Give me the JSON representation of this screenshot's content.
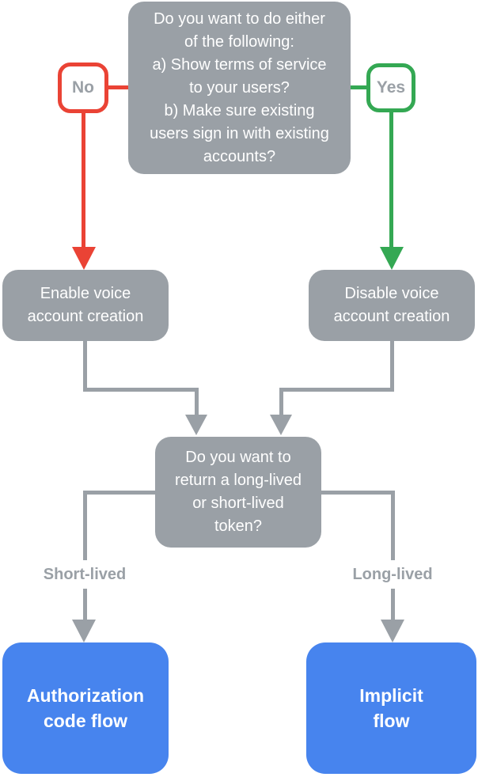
{
  "diagram": {
    "title": "voice-account-creation-oauth-flow-decision-tree",
    "colors": {
      "node_gray": "#9AA0A6",
      "connector_gray": "#9AA0A6",
      "no_red": "#EA4335",
      "yes_green": "#34A853",
      "endpoint_blue": "#4784EE",
      "node_text": "#ffffff",
      "label_text": "#9AA0A6",
      "background": "#ffffff"
    },
    "nodes": {
      "question_top": "Do you want to do either\nof the following:\na) Show terms of service\nto your users?\nb) Make sure existing\nusers sign in with existing\naccounts?",
      "no_label": "No",
      "yes_label": "Yes",
      "enable": "Enable voice\naccount creation",
      "disable": "Disable voice\naccount creation",
      "question_token": "Do you want to\nreturn a long-lived\nor short-lived\ntoken?",
      "short_lived_label": "Short-lived",
      "long_lived_label": "Long-lived",
      "auth_code_flow": "Authorization\ncode flow",
      "implicit_flow": "Implicit\nflow"
    },
    "edges": [
      {
        "from": "question_top",
        "label": "No",
        "to": "enable",
        "color": "#EA4335"
      },
      {
        "from": "question_top",
        "label": "Yes",
        "to": "disable",
        "color": "#34A853"
      },
      {
        "from": "enable",
        "to": "question_token",
        "color": "#9AA0A6"
      },
      {
        "from": "disable",
        "to": "question_token",
        "color": "#9AA0A6"
      },
      {
        "from": "question_token",
        "label": "Short-lived",
        "to": "auth_code_flow",
        "color": "#9AA0A6"
      },
      {
        "from": "question_token",
        "label": "Long-lived",
        "to": "implicit_flow",
        "color": "#9AA0A6"
      }
    ]
  }
}
